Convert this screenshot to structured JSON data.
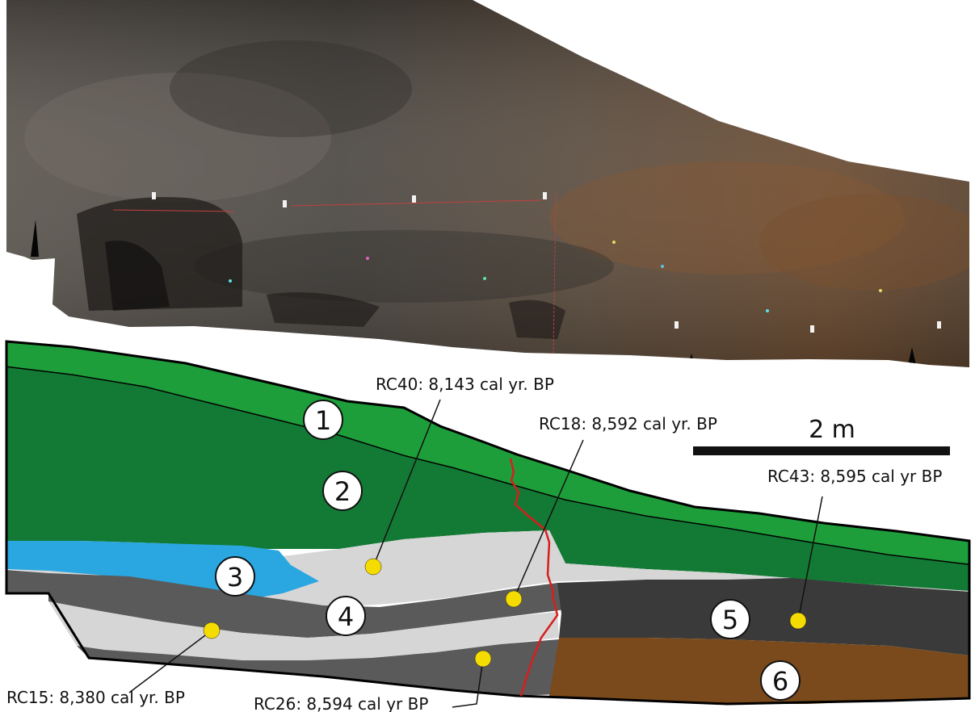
{
  "photo": {
    "subject": "excavation-profile-photograph"
  },
  "scale_bar": {
    "label": "2 m"
  },
  "layers": [
    {
      "number": "1",
      "color": "#1e9e3a"
    },
    {
      "number": "2",
      "color": "#137a35"
    },
    {
      "number": "3",
      "color": "#2aa7e0"
    },
    {
      "number": "4",
      "color": "#d6d6d6"
    },
    {
      "number": "5",
      "color": "#3a3a3a"
    },
    {
      "number": "6",
      "color": "#7a4a1c"
    }
  ],
  "samples": [
    {
      "label": "RC40: 8,143 cal yr. BP"
    },
    {
      "label": "RC18: 8,592 cal yr. BP"
    },
    {
      "label": "RC43: 8,595 cal yr BP"
    },
    {
      "label": "RC15: 8,380 cal yr. BP"
    },
    {
      "label": "RC26: 8,594 cal yr BP"
    }
  ],
  "colors": {
    "sample_dot": "#f5dc00",
    "fault_line": "#d81e1e",
    "outline": "#000000"
  }
}
